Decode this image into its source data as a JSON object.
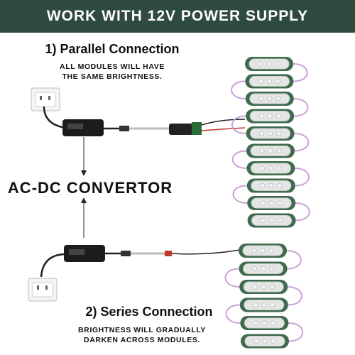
{
  "banner": {
    "title": "WORK WITH 12V POWER SUPPLY"
  },
  "parallel": {
    "title": "1) Parallel Connection",
    "note_line1": "ALL MODULES WILL HAVE",
    "note_line2": "THE SAME BRIGHTNESS."
  },
  "convertor": {
    "label": "AC-DC CONVERTOR"
  },
  "series": {
    "title": "2) Series Connection",
    "note_line1": "BRIGHTNESS WILL GRADUALLY",
    "note_line2": "DARKEN ACROSS MODULES."
  },
  "colors": {
    "banner_bg": "#2f4a3e",
    "module_green": "#3f6a4d",
    "module_lens": "#e3e6e4",
    "wire_purple": "#c9a2d6",
    "adapter_black": "#1c1c1c",
    "cable_red": "#c0392b"
  },
  "modules": {
    "parallel_count": 10,
    "series_count": 6
  }
}
